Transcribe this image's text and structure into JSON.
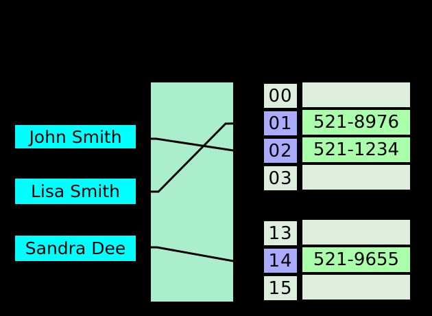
{
  "keys": [
    {
      "label": "John Smith"
    },
    {
      "label": "Lisa Smith"
    },
    {
      "label": "Sandra Dee"
    }
  ],
  "buckets": {
    "rows": [
      {
        "index": "00",
        "value": "",
        "filled": false
      },
      {
        "index": "01",
        "value": "521-8976",
        "filled": true
      },
      {
        "index": "02",
        "value": "521-1234",
        "filled": true
      },
      {
        "index": "03",
        "value": "",
        "filled": false
      },
      {
        "index": "13",
        "value": "",
        "filled": false
      },
      {
        "index": "14",
        "value": "521-9655",
        "filled": true
      },
      {
        "index": "15",
        "value": "",
        "filled": false
      }
    ]
  },
  "mappings": [
    {
      "from": "John Smith",
      "to_bucket": "02"
    },
    {
      "from": "Lisa Smith",
      "to_bucket": "01"
    },
    {
      "from": "Sandra Dee",
      "to_bucket": "14"
    }
  ],
  "colors": {
    "background": "#000000",
    "key-box": "#00ffff",
    "hash-box": "#aaeecc",
    "index-default": "#ddeedd",
    "index-active": "#aaaaff",
    "slot-empty": "#ddeedd",
    "slot-filled": "#aaffaa",
    "line": "#000000",
    "text": "#000000"
  }
}
